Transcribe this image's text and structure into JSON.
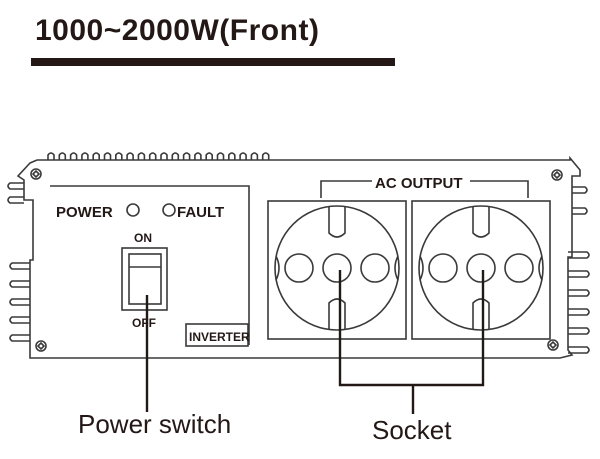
{
  "title": "1000~2000W(Front)",
  "panel": {
    "power_label": "POWER",
    "fault_label": "FAULT",
    "switch_on_label": "ON",
    "switch_off_label": "OFF",
    "brand_label": "INVERTER",
    "ac_output_label": "AC OUTPUT"
  },
  "callouts": {
    "power_switch": "Power switch",
    "socket": "Socket"
  },
  "colors": {
    "ink": "#231815",
    "line": "#3a3a3a",
    "background": "#ffffff"
  }
}
